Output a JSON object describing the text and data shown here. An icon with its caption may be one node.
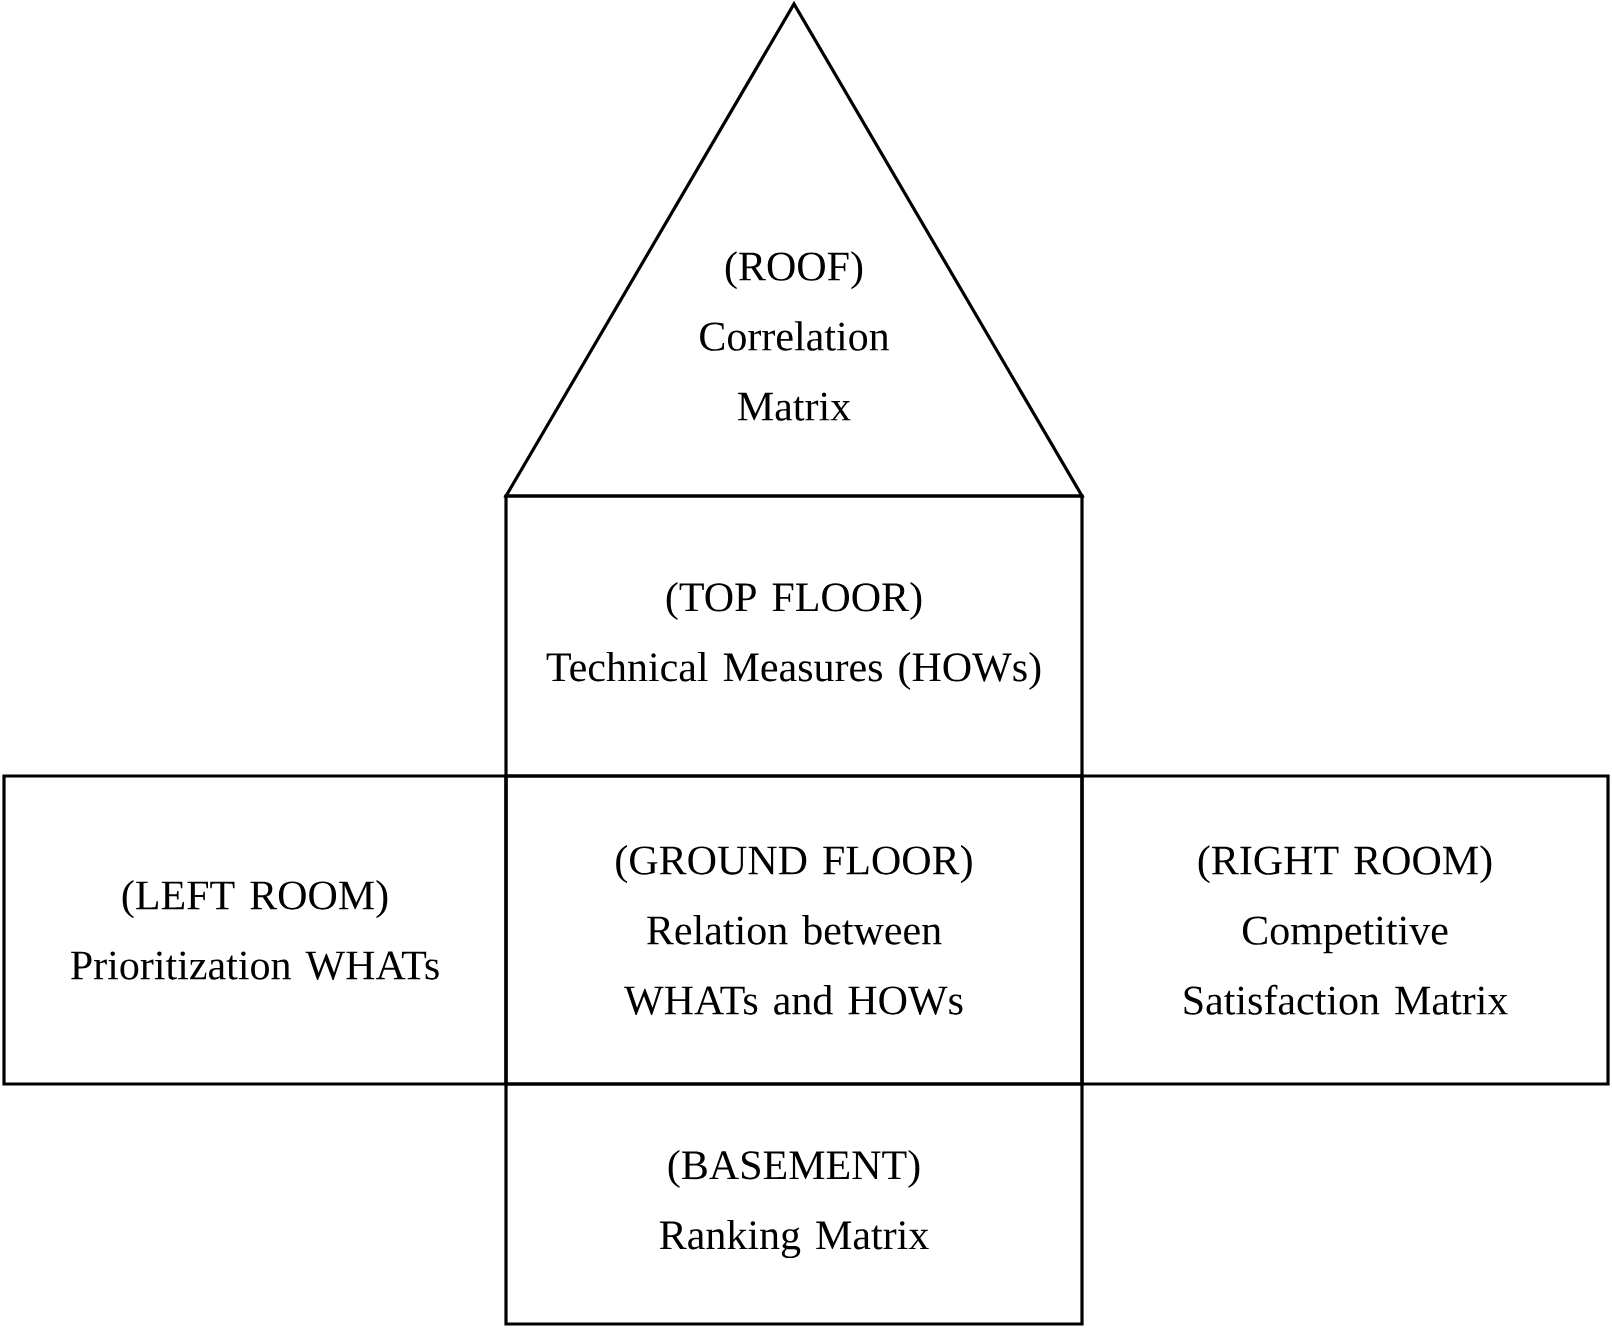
{
  "diagram": {
    "nodes": [
      {
        "text": [
          "(ROOF)",
          "Correlation Matrix"
        ]
      },
      {
        "text": [
          "(TOP FLOOR)",
          "Technical Measures (HOWs)"
        ]
      },
      {
        "text": [
          "(LEFT ROOM)",
          "Prioritization WHATs"
        ]
      },
      {
        "text": [
          "(GROUND FLOOR)",
          "Relation between WHATs and HOWs"
        ]
      },
      {
        "text": [
          "(RIGHT ROOM)",
          "Competitive Satisfaction Matrix"
        ]
      },
      {
        "text": [
          "(BASEMENT)",
          "Ranking Matrix"
        ]
      }
    ]
  }
}
